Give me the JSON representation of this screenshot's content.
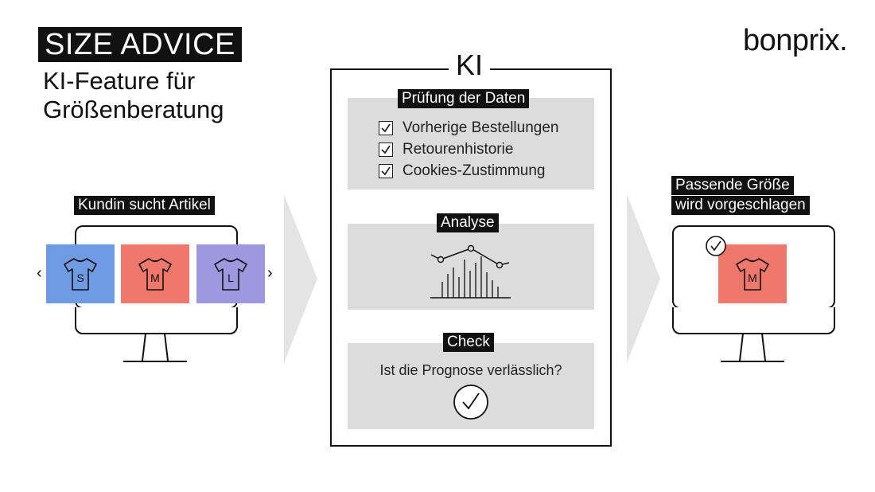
{
  "header": {
    "title": "SIZE ADVICE",
    "subtitle_line1": "KI-Feature für",
    "subtitle_line2": "Größenberatung",
    "logo": "bonprix."
  },
  "left": {
    "tag": "Kundin sucht Artikel",
    "tiles": [
      {
        "size": "S",
        "color": "#6f9be3"
      },
      {
        "size": "M",
        "color": "#f0776b"
      },
      {
        "size": "L",
        "color": "#9d98df"
      }
    ],
    "prev_glyph": "‹",
    "next_glyph": "›"
  },
  "center": {
    "frame_label": "KI",
    "step1": {
      "tag": "Prüfung der Daten",
      "items": [
        "Vorherige Bestellungen",
        "Retourenhistorie",
        "Cookies-Zustimmung"
      ]
    },
    "step2": {
      "tag": "Analyse"
    },
    "step3": {
      "tag": "Check",
      "question": "Ist die Prognose verlässlich?"
    }
  },
  "right": {
    "tag_line1": "Passende Größe",
    "tag_line2": "wird vorgeschlagen",
    "tile": {
      "size": "M",
      "color": "#f0776b"
    }
  },
  "colors": {
    "panel": "#dcdcdc",
    "arrow": "#e4e4e4",
    "ink": "#111111"
  }
}
